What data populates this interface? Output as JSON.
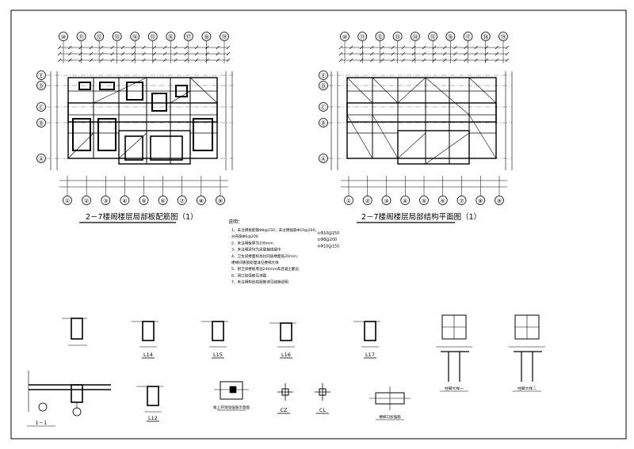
{
  "plans": {
    "left_title": "2－7楼阁楼层局部板配筋图（1）",
    "right_title": "2－7楼阁楼层局部结构平面图（1）",
    "axis_numbers_top": [
      "⑩",
      "⑪",
      "⑫",
      "⑬",
      "⑭",
      "⑮",
      "⑯",
      "⑰",
      "⑱",
      "⑲"
    ],
    "axis_numbers_bottom": [
      "①",
      "②",
      "③",
      "④",
      "⑤",
      "⑥",
      "⑦",
      "⑧",
      "⑨"
    ],
    "axis_letters_left": [
      "Ⓔ",
      "Ⓓ",
      "Ⓒ",
      "Ⓑ",
      "Ⓐ"
    ]
  },
  "notes": {
    "heading": "说明：",
    "lines": [
      "1、未注明板配筋Φ8@150，未注明角筋Φ10@200；",
      "   分布筋Φ6@200",
      "2、未注明板厚为100mm",
      "3、未注明梁均为梁居轴线居中",
      "4、卫生间楼面标高比同层楼面低20mm；",
      "   楼梯间底部处理详见楼梯大样",
      "5、厨卫间楼板周边240mm高混凝土翻边",
      "6、洞口加强筋见详图",
      "7、未注明构造柱配筋详见结施说明"
    ],
    "legend": [
      "①Φ10@150",
      "②Φ8@200",
      "③Φ10@150"
    ]
  },
  "details": {
    "labels": [
      "L14",
      "L15",
      "L16",
      "L17",
      "L12",
      "CZ",
      "CL"
    ],
    "section_label": "1－1",
    "caption_slab": "板上开洞加强筋示意图",
    "caption_opening": "楼梯口加强筋",
    "caption_col1": "柱脚大样一",
    "caption_col2": "柱脚大样二"
  }
}
